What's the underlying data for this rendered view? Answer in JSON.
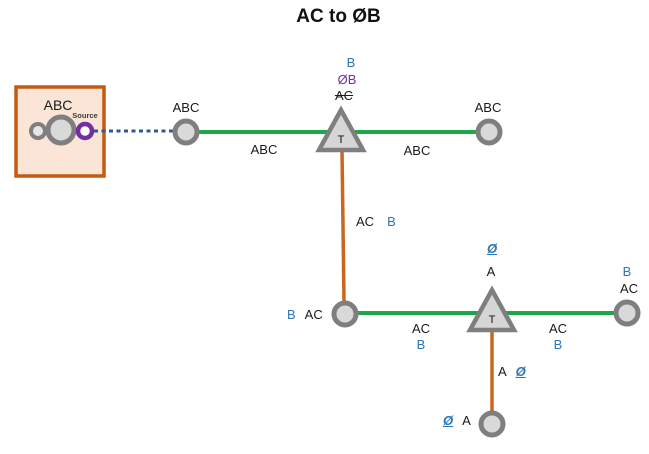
{
  "title": "AC to ØB",
  "colors": {
    "green_line": "#1AA84B",
    "orange_line": "#C9661F",
    "dotted_blue": "#2F5597",
    "node_fill": "#D9D9D9",
    "node_ring": "#7F7F7F",
    "triangle_fill": "#D6D6D6",
    "triangle_ring": "#7F7F7F",
    "box_fill": "#FBE5D6",
    "box_border": "#C55A11",
    "purple_ring": "#7030A0",
    "purple_fill": "#FFFFFF",
    "small_node_fill": "#E7E6E6",
    "blue_text": "#2E75B6",
    "purple_text": "#7030A0"
  },
  "source": {
    "label": "ABC",
    "tag": "Source"
  },
  "transformers": {
    "t1_letter": "T",
    "t2_letter": "T"
  },
  "labels": {
    "t1_above_new": "B",
    "t1_above_mid": "ØB",
    "t1_above_old": "AC",
    "node_tl": "ABC",
    "node_tr": "ABC",
    "seg_top_left": "ABC",
    "seg_top_right": "ABC",
    "drop1_black": "AC",
    "drop1_blue": "B",
    "node_ml_blue": "B",
    "node_ml_black": "AC",
    "seg_bot_left_black": "AC",
    "seg_bot_left_blue": "B",
    "t2_above_phase": "Ø",
    "t2_above_old": "A",
    "seg_bot_right_black": "AC",
    "seg_bot_right_blue": "B",
    "node_br_blue": "B",
    "node_br_black": "AC",
    "drop2_black": "A",
    "drop2_phase": "Ø",
    "node_bottom_phase": "Ø",
    "node_bottom_black": "A"
  }
}
